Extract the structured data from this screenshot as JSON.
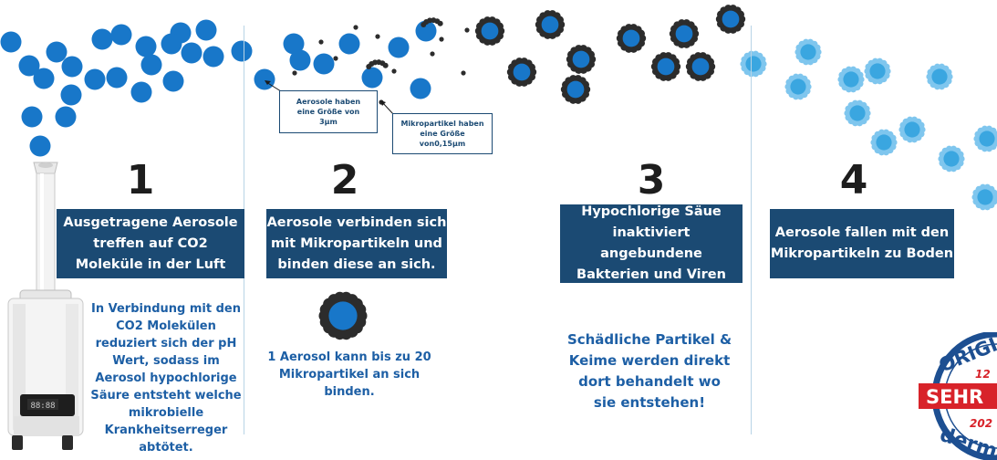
{
  "steps": [
    {
      "number": "1",
      "box": "Ausgetragene Aerosole\ntreffen auf CO2\nMoleküle in der Luft",
      "note": "In Verbindung mit den\nCO2 Molekülen\nreduziert sich der pH\nWert, sodass im\nAerosol hypochlorige\nSäure entsteht welche\nmikrobielle\nKrankheitserreger\nabtötet."
    },
    {
      "number": "2",
      "box": "Aerosole verbinden sich\nmit Mikropartikeln und\nbinden diese an sich.",
      "note": "1 Aerosol kann bis zu 20\nMikropartikel an sich\nbinden."
    },
    {
      "number": "3",
      "box": "Hypochlorige Säue\ninaktiviert angebundene\nBakterien und Viren",
      "note": "Schädliche Partikel &\nKeime werden direkt\ndort behandelt wo\nsie entstehen!"
    },
    {
      "number": "4",
      "box": "Aerosole fallen mit den\nMikropartikeln zu Boden",
      "note": ""
    }
  ],
  "callouts": {
    "aerosol_size": "Aerosole haben\neine Größe von\n3µm",
    "microparticle_size": "Mikropartikel haben\neine Größe\nvon0,15µm"
  },
  "seal": {
    "top_text": "ORIGI",
    "bottom_text": "derma",
    "banner_text": "SEHR",
    "line1": "12",
    "line2": "202"
  },
  "colors": {
    "aerosol_blue": "#1877c9",
    "dark_particle": "#2c2c2c",
    "light_aerosol": "#3aa6e0",
    "box_navy": "#1b4a73",
    "text_blue": "#1d5fa5",
    "seal_red": "#d8232a",
    "seal_blue": "#1d4f91"
  }
}
